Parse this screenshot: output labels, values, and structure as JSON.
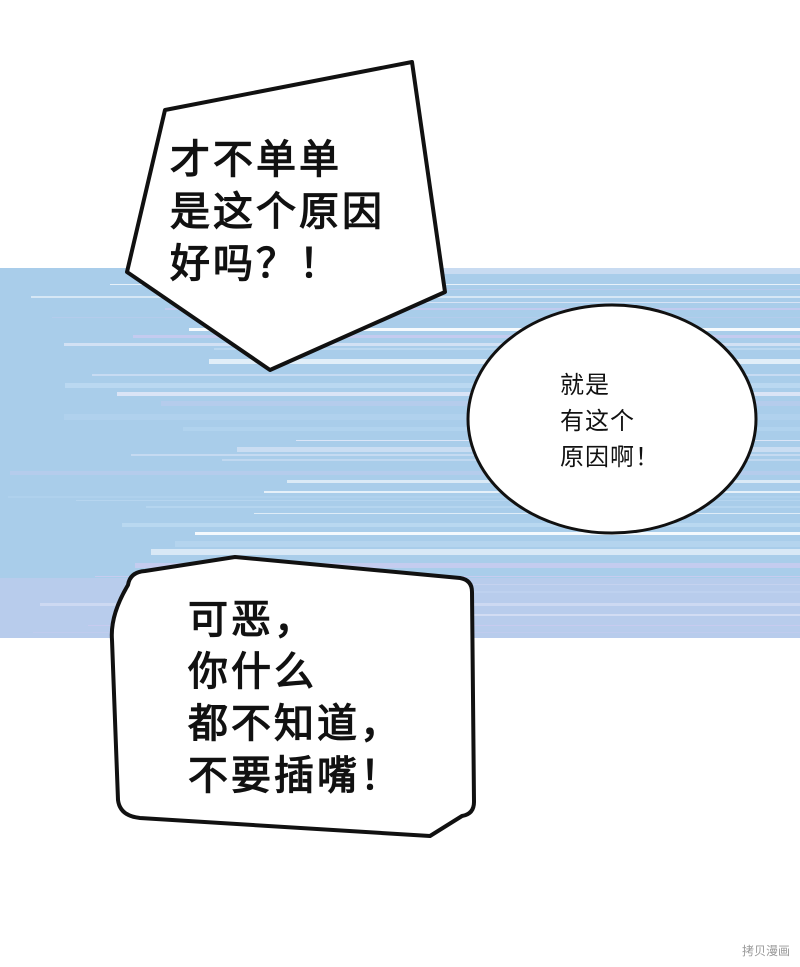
{
  "bubbles": [
    {
      "id": "bubble-1",
      "shape": "jagged-polygon",
      "text": "才不单单\n是这个原因\n好吗？！"
    },
    {
      "id": "bubble-2",
      "shape": "ellipse",
      "text": "就是\n有这个\n原因啊！"
    },
    {
      "id": "bubble-3",
      "shape": "rounded-polygon",
      "text": "可恶，\n你什么\n都不知道，\n不要插嘴！"
    }
  ],
  "watermark": "拷贝漫画",
  "colors": {
    "background": "#ffffff",
    "speed_band_base": "#a9cdea",
    "speed_band_light": "#dfe6f7",
    "speed_band_lavender": "#c9cbf0",
    "bubble_fill": "#ffffff",
    "bubble_stroke": "#111111",
    "text": "#111111"
  }
}
